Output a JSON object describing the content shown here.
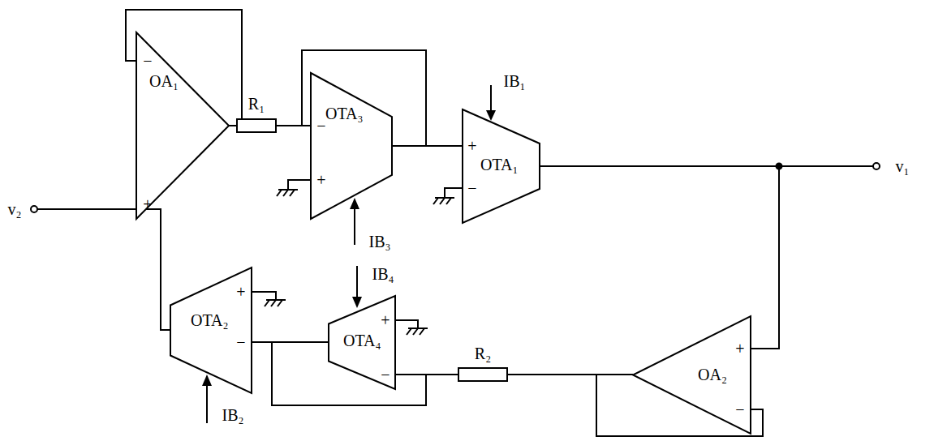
{
  "diagram": {
    "nodes": [
      {
        "text": [
          "OA₁"
        ]
      },
      {
        "text": [
          "OTA₃"
        ]
      },
      {
        "text": [
          "OTA₁"
        ]
      },
      {
        "text": [
          "OA₂"
        ]
      },
      {
        "text": [
          "OTA₄"
        ]
      },
      {
        "text": [
          "OTA₂"
        ]
      }
    ],
    "edges": [
      {
        "from": 0,
        "to": 1,
        "arrow": "none"
      },
      {
        "from": 1,
        "to": 2,
        "arrow": "none"
      },
      {
        "from": 2,
        "to": 3,
        "arrow": "none"
      },
      {
        "from": 3,
        "to": 4,
        "arrow": "none"
      },
      {
        "from": 4,
        "to": 5,
        "arrow": "none"
      },
      {
        "from": 5,
        "to": 0,
        "arrow": "none"
      }
    ],
    "labels": [
      "v₂",
      "v₁",
      "R₁",
      "R₂",
      "IB₁",
      "IB₃",
      "IB₄",
      "IB₂",
      "−",
      "+",
      "−",
      "+",
      "+",
      "−",
      "+",
      "−",
      "+",
      "−",
      "+",
      "−"
    ]
  }
}
